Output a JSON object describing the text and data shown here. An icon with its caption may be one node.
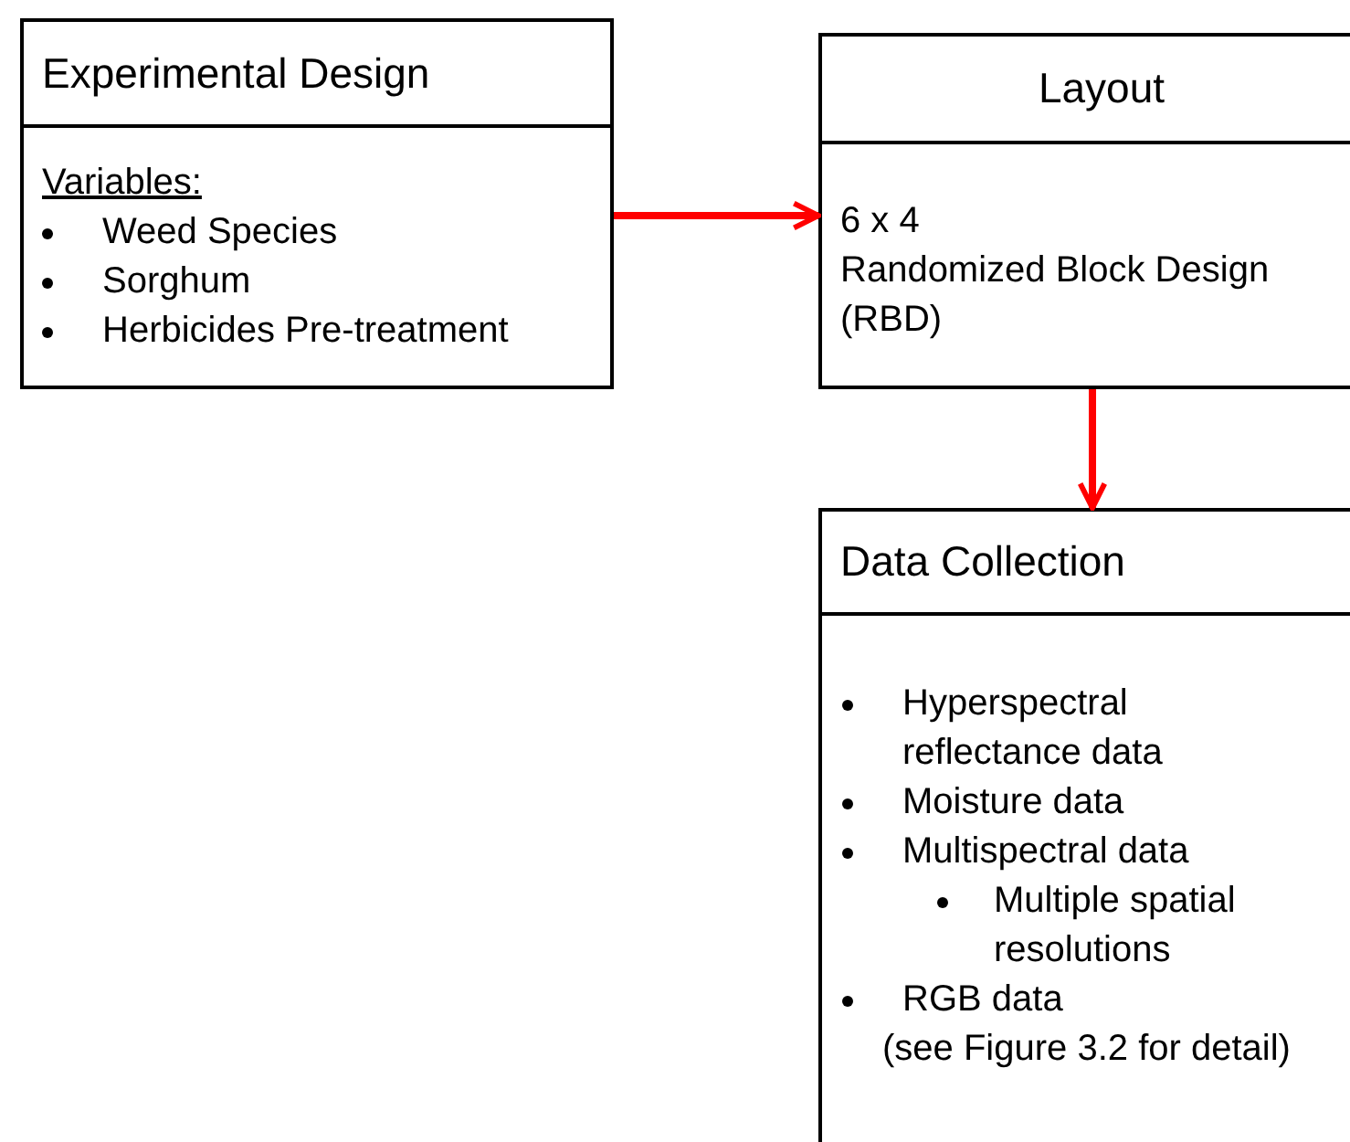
{
  "diagram": {
    "nodes": [
      {
        "text": [
          "Experimental Design",
          "Variables:",
          "Weed Species",
          "Sorghum",
          "Herbicides Pre-treatment"
        ]
      },
      {
        "text": [
          "Layout",
          "6 x 4",
          "Randomized Block Design",
          "(RBD)"
        ]
      },
      {
        "text": [
          "Data Collection",
          "Hyperspectral reflectance data",
          "Moisture data",
          "Multispectral data",
          "Multiple spatial resolutions",
          "RGB data",
          "(see Figure 3.2 for detail)"
        ]
      }
    ],
    "edges": [
      {
        "from": 0,
        "to": 1,
        "arrow": "to",
        "color": "#ff0000"
      },
      {
        "from": 1,
        "to": 2,
        "arrow": "to",
        "color": "#ff0000"
      }
    ]
  }
}
